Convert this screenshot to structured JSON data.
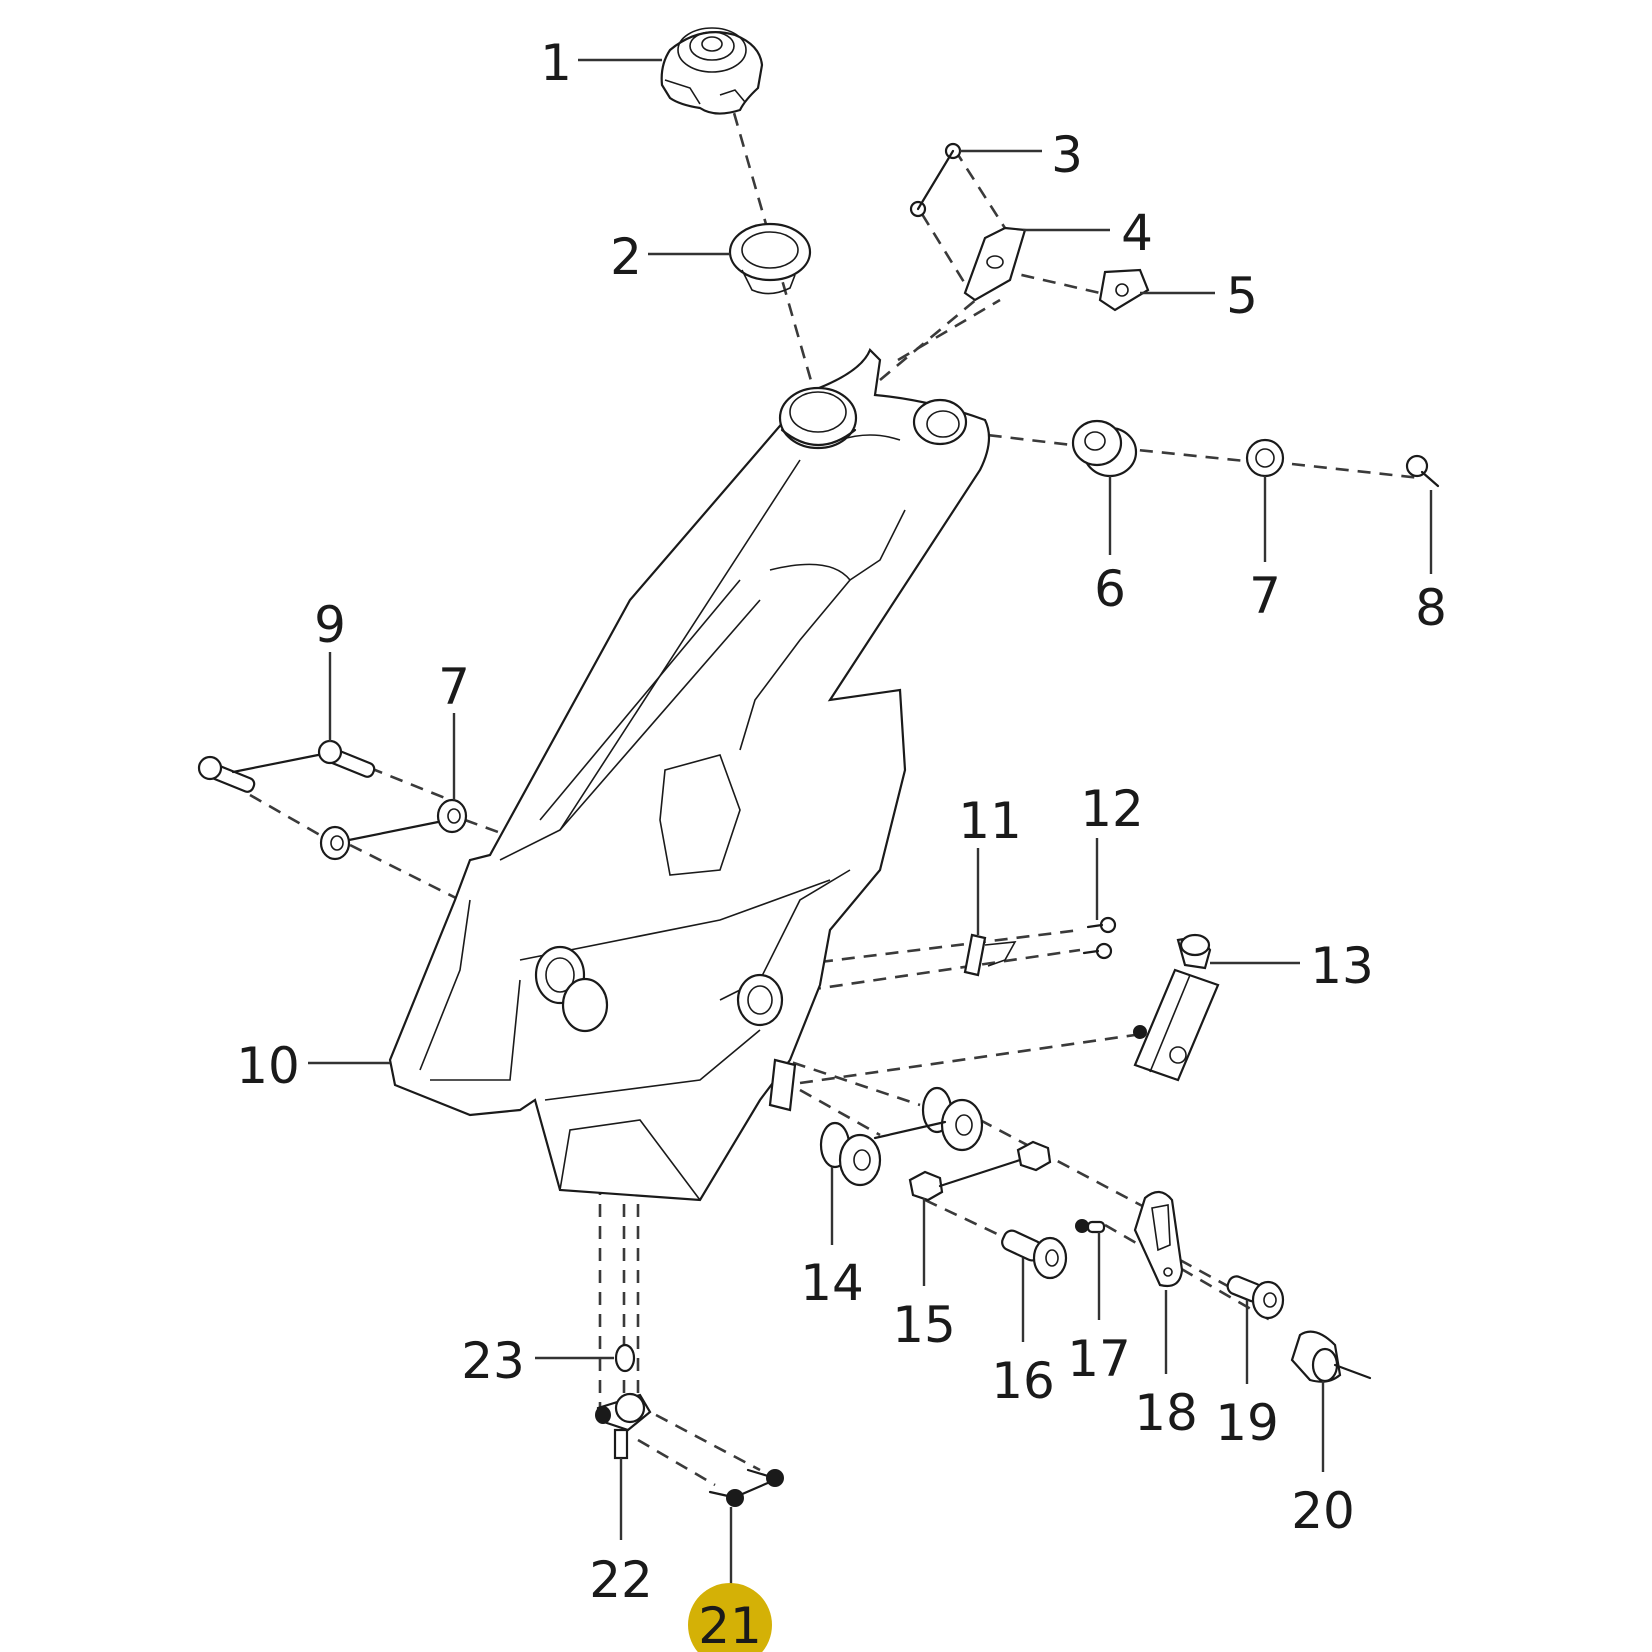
{
  "diagram": {
    "title": "Fuel tank exploded parts view",
    "highlight_color": "#d4b106",
    "highlighted_callout": "21",
    "callouts": [
      {
        "id": "1",
        "label": "1",
        "part": "fuel-cap"
      },
      {
        "id": "2",
        "label": "2",
        "part": "cap-seal-ring"
      },
      {
        "id": "3",
        "label": "3",
        "part": "screw-pair"
      },
      {
        "id": "4",
        "label": "4",
        "part": "mounting-bracket-plate"
      },
      {
        "id": "5",
        "label": "5",
        "part": "clip-nut"
      },
      {
        "id": "6",
        "label": "6",
        "part": "rubber-grommet"
      },
      {
        "id": "7a",
        "label": "7",
        "part": "washer-right"
      },
      {
        "id": "8",
        "label": "8",
        "part": "bolt-right"
      },
      {
        "id": "9",
        "label": "9",
        "part": "bolt-pair-left"
      },
      {
        "id": "7b",
        "label": "7",
        "part": "washer-pair-left"
      },
      {
        "id": "10",
        "label": "10",
        "part": "fuel-tank"
      },
      {
        "id": "11",
        "label": "11",
        "part": "small-bracket"
      },
      {
        "id": "12",
        "label": "12",
        "part": "screw-pair-small"
      },
      {
        "id": "13",
        "label": "13",
        "part": "fuel-pump-filter"
      },
      {
        "id": "14",
        "label": "14",
        "part": "rubber-bushing-pair"
      },
      {
        "id": "15",
        "label": "15",
        "part": "hex-nut-pair"
      },
      {
        "id": "16",
        "label": "16",
        "part": "collar-bolt"
      },
      {
        "id": "17",
        "label": "17",
        "part": "small-bolt"
      },
      {
        "id": "18",
        "label": "18",
        "part": "strap-bracket"
      },
      {
        "id": "19",
        "label": "19",
        "part": "collar-bolt-lower"
      },
      {
        "id": "20",
        "label": "20",
        "part": "rubber-damper"
      },
      {
        "id": "21",
        "label": "21",
        "part": "flange-bolt-pair"
      },
      {
        "id": "22",
        "label": "22",
        "part": "fuel-tap"
      },
      {
        "id": "23",
        "label": "23",
        "part": "o-ring"
      }
    ]
  }
}
